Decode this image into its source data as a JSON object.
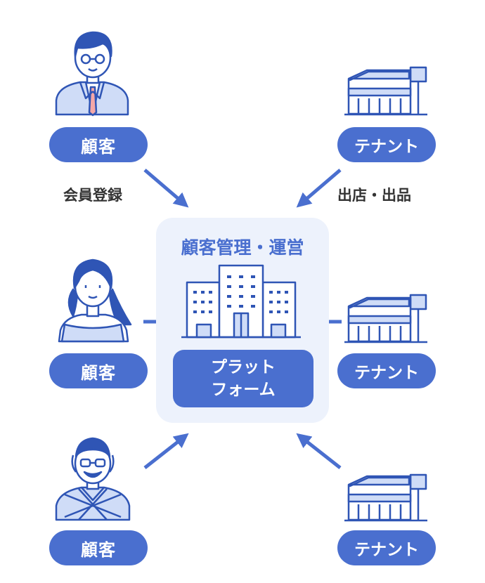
{
  "customers": [
    {
      "label": "顧客"
    },
    {
      "label": "顧客"
    },
    {
      "label": "顧客"
    }
  ],
  "tenants": [
    {
      "label": "テナント"
    },
    {
      "label": "テナント"
    },
    {
      "label": "テナント"
    }
  ],
  "arrow_labels": {
    "left": "会員登録",
    "right": "出店・出品"
  },
  "hub": {
    "title": "顧客管理・運営",
    "platform_line1": "プラット",
    "platform_line2": "フォーム"
  },
  "colors": {
    "primary": "#4a6fcf",
    "panel": "#edf2fc",
    "light": "#cfdcf7"
  }
}
